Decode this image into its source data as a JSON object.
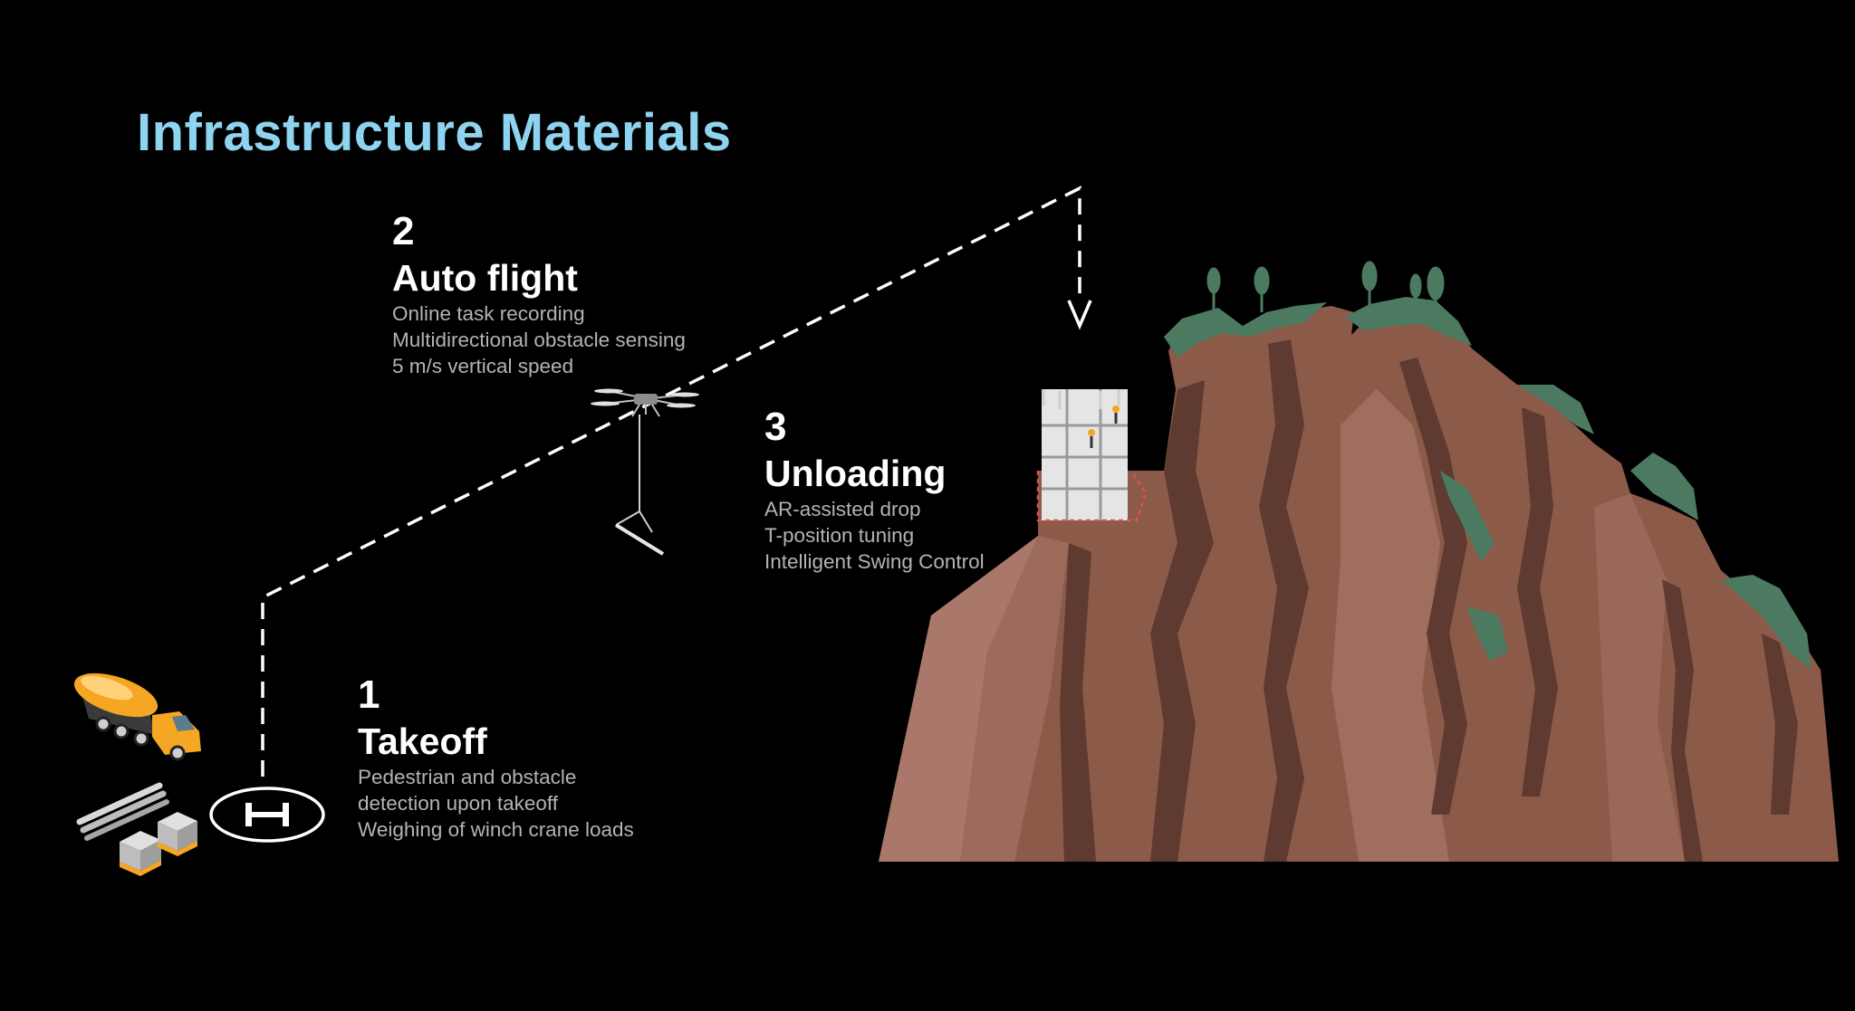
{
  "title": "Infrastructure Materials",
  "steps": [
    {
      "number": "1",
      "name": "Takeoff",
      "features": [
        "Pedestrian and obstacle",
        "detection upon takeoff",
        "Weighing of winch crane loads"
      ]
    },
    {
      "number": "2",
      "name": "Auto flight",
      "features": [
        "Online task recording",
        "Multidirectional obstacle sensing",
        "5 m/s vertical speed"
      ]
    },
    {
      "number": "3",
      "name": "Unloading",
      "features": [
        "AR-assisted drop",
        "T-position tuning",
        "Intelligent Swing Control"
      ]
    }
  ],
  "icons": {
    "helipad": "helipad-icon",
    "truck": "cement-truck-icon",
    "drone": "drone-icon",
    "building": "building-frame-icon",
    "mountain": "mountain-icon"
  },
  "colors": {
    "title": "#8ed3ef",
    "background": "#000000",
    "rock": "#8b5a48",
    "moss": "#4c7a61",
    "truck": "#f5a623"
  }
}
